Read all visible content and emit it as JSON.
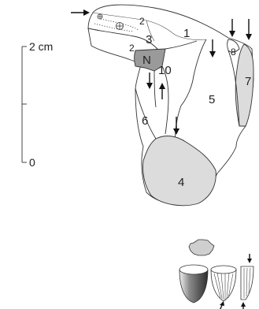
{
  "scale": {
    "top_label": "2 cm",
    "bottom_label": "0"
  },
  "labels": {
    "p1": "1",
    "p2a": "2",
    "p2b": "2",
    "p3": "3",
    "pN": "N",
    "p4": "4",
    "p5": "5",
    "p6": "6",
    "p7": "7",
    "p8": "8",
    "p10": "10"
  },
  "colors": {
    "light_fill": "#dcdcdc",
    "dark_fill": "#9a9a9a",
    "outline": "#333333"
  }
}
